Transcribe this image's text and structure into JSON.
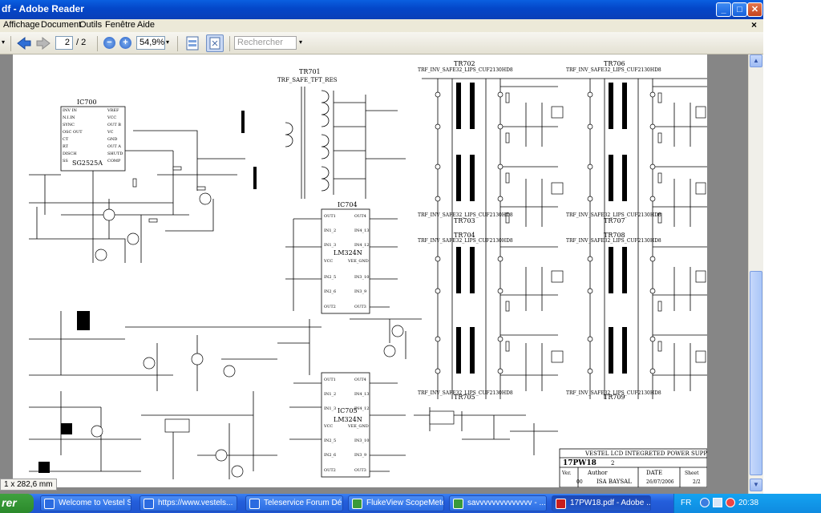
{
  "window": {
    "title": "df - Adobe Reader",
    "buttons": {
      "minimize": "_",
      "maximize": "□",
      "close": "✕"
    }
  },
  "menu": {
    "items": [
      "Affichage",
      "Document",
      "Outils",
      "Fenêtre",
      "Aide"
    ],
    "close": "×"
  },
  "toolbar": {
    "page_current": "2",
    "page_total": "/ 2",
    "zoom": "54,9%",
    "search_placeholder": "Rechercher"
  },
  "status": {
    "size_info": "1 x 282,6 mm"
  },
  "schematic": {
    "labels": {
      "ic700": "IC700",
      "sg2525": "SG2525A",
      "tr701": "TR701",
      "tr701_name": "TRF_SAFE_TFT_RES",
      "ic704": "IC704",
      "lm324_a": "LM324N",
      "ic705": "IC705",
      "lm324_b": "LM324N",
      "tr702": "TR702",
      "tr703": "TR703",
      "tr704": "TR704",
      "tr705": "TR705",
      "tr706": "TR706",
      "tr707": "TR707",
      "tr708": "TR708",
      "tr709": "TR709",
      "trf_inv": "TRF_INV_SAFE32_LIPS_CUF2130HD8"
    },
    "ic700_pins_left": [
      "INV IN",
      "N.I.IN",
      "SYNC",
      "OSC OUT",
      "CT",
      "RT",
      "DISCH",
      "SS"
    ],
    "ic700_pins_right": [
      "VREF",
      "VCC",
      "OUT B",
      "VC",
      "GND",
      "OUT A",
      "SHUTD",
      "COMP"
    ],
    "lm324_pins_left": [
      "OUT1",
      "IN1_2",
      "IN1_3",
      "VCC",
      "IN2_5",
      "IN2_6",
      "OUT2"
    ],
    "lm324_pins_right": [
      "OUT4",
      "IN4_13",
      "IN4_12",
      "VEE_GND",
      "IN3_10",
      "IN3_9",
      "OUT3"
    ],
    "title_block": {
      "company": "VESTEL LCD INTEGRETED POWER SUPP",
      "doc_no": "17PW18",
      "sheet_no": "2",
      "ver_label": "Ver.",
      "ver_value": "00",
      "author_label": "Author",
      "author_value": "ISA BAYSAL",
      "date_label": "DATE",
      "date_value": "26/07/2006",
      "sheet_label": "Sheet",
      "sheet_value": "2/2"
    }
  },
  "taskbar": {
    "start_label": "rer",
    "tasks": [
      {
        "label": "Welcome to Vestel Se...",
        "color": "#2b6be0"
      },
      {
        "label": "https://www.vestels...",
        "color": "#2b6be0"
      },
      {
        "label": "Teleservice Forum Dé...",
        "color": "#2b6be0"
      },
      {
        "label": "FlukeView ScopeMete...",
        "color": "#3a9a3a"
      },
      {
        "label": "savvvvvvvvvvvvvv - ...",
        "color": "#3a9a3a"
      },
      {
        "label": "17PW18.pdf - Adobe ...",
        "color": "#c81e1e"
      }
    ],
    "tray": {
      "lang": "FR",
      "time": "20:38"
    }
  }
}
